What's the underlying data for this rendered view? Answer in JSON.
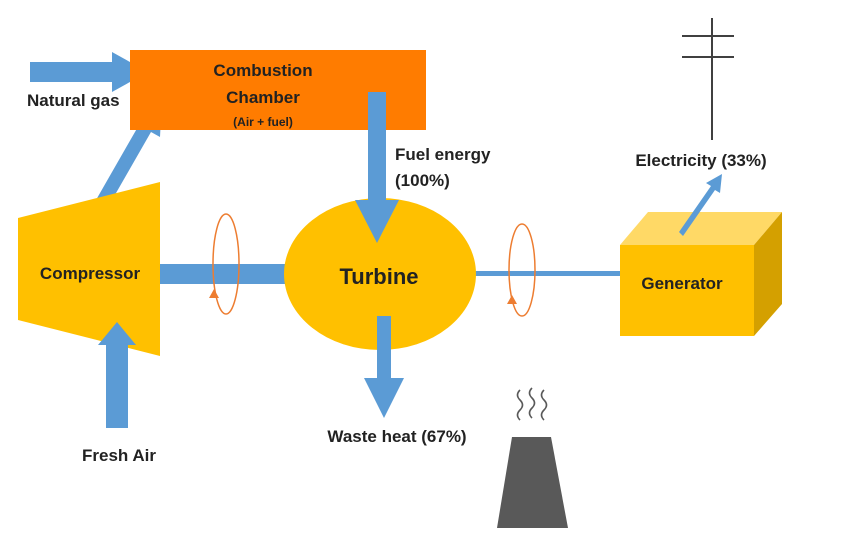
{
  "diagram": {
    "combustion": {
      "title_line1": "Combustion",
      "title_line2": "Chamber",
      "subtitle": "(Air + fuel)"
    },
    "natural_gas": "Natural gas",
    "fuel_energy_line1": "Fuel energy",
    "fuel_energy_line2": "(100%)",
    "compressor": "Compressor",
    "turbine": "Turbine",
    "generator": "Generator",
    "electricity": "Electricity (33%)",
    "waste_heat": "Waste heat (67%)",
    "fresh_air": "Fresh Air"
  },
  "colors": {
    "arrow_blue": "#5b9bd5",
    "combustion_orange": "#ff7c00",
    "component_yellow": "#ffc000",
    "generator_side": "#d4a000",
    "generator_top": "#ffd966",
    "rotation_orange": "#ed7d31",
    "chimney_gray": "#595959",
    "pole_gray": "#404040"
  }
}
